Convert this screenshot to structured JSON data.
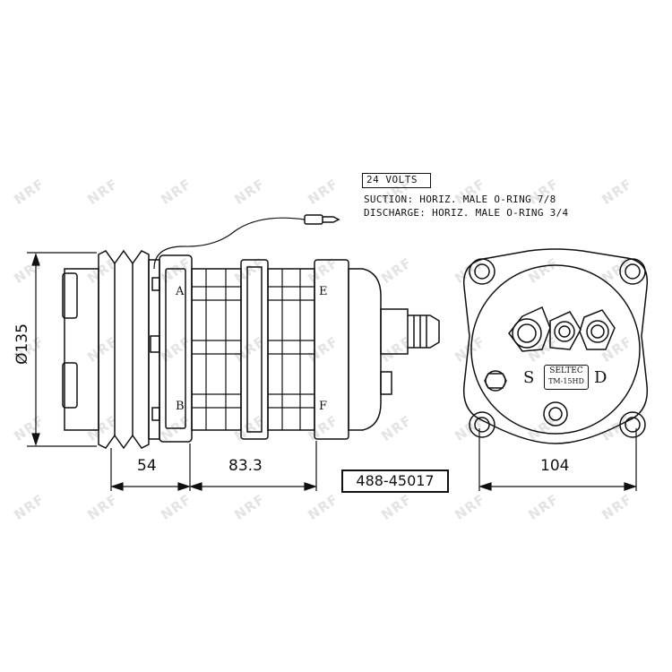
{
  "specs": {
    "voltage": "24 VOLTS",
    "suction": "SUCTION: HORIZ. MALE O-RING 7/8",
    "discharge": "DISCHARGE: HORIZ. MALE O-RING 3/4"
  },
  "dimensions": {
    "diameter": "Ø135",
    "pulley_length": "54",
    "body_length": "83.3",
    "rear_width": "104"
  },
  "part_number": "488-45017",
  "side_labels": {
    "a": "A",
    "b": "B",
    "e": "E",
    "f": "F"
  },
  "rear_labels": {
    "suction": "S",
    "discharge": "D"
  },
  "badge": {
    "line1": "SELTEC",
    "line2": "TM-15HD"
  },
  "watermark": "NRF",
  "colors": {
    "line": "#111111",
    "watermark": "#e4e4e4"
  }
}
